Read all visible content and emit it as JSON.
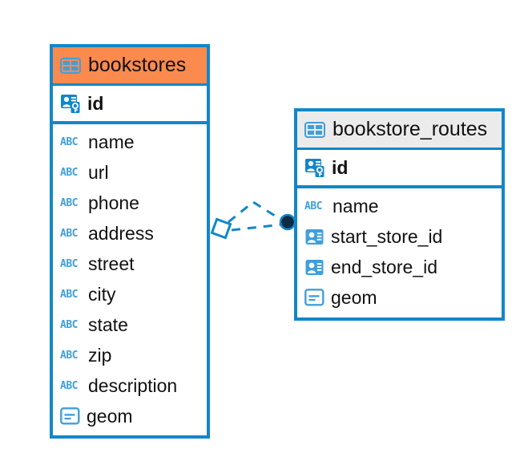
{
  "diagram": {
    "type": "entity-relationship-diagram",
    "background": "#ffffff",
    "accent_color": "#1287c8",
    "highlight_color": "#fb8a4e",
    "neutral_header_color": "#ebebeb",
    "icon_blue": "#3f9fdc"
  },
  "entities": [
    {
      "id": "bookstores",
      "title": "bookstores",
      "header_icon": "table-icon",
      "header_style": "accent",
      "primary_key": {
        "name": "id",
        "icon": "primary-key-icon"
      },
      "fields": [
        {
          "name": "name",
          "icon": "abc-icon",
          "type_label": "ABC"
        },
        {
          "name": "url",
          "icon": "abc-icon",
          "type_label": "ABC"
        },
        {
          "name": "phone",
          "icon": "abc-icon",
          "type_label": "ABC"
        },
        {
          "name": "address",
          "icon": "abc-icon",
          "type_label": "ABC"
        },
        {
          "name": "street",
          "icon": "abc-icon",
          "type_label": "ABC"
        },
        {
          "name": "city",
          "icon": "abc-icon",
          "type_label": "ABC"
        },
        {
          "name": "state",
          "icon": "abc-icon",
          "type_label": "ABC"
        },
        {
          "name": "zip",
          "icon": "abc-icon",
          "type_label": "ABC"
        },
        {
          "name": "description",
          "icon": "abc-icon",
          "type_label": "ABC"
        },
        {
          "name": "geom",
          "icon": "geometry-icon",
          "type_label": ""
        }
      ]
    },
    {
      "id": "bookstore_routes",
      "title": "bookstore_routes",
      "header_icon": "table-icon",
      "header_style": "neutral",
      "primary_key": {
        "name": "id",
        "icon": "primary-key-icon"
      },
      "fields": [
        {
          "name": "name",
          "icon": "abc-icon",
          "type_label": "ABC"
        },
        {
          "name": "start_store_id",
          "icon": "foreign-key-icon",
          "type_label": ""
        },
        {
          "name": "end_store_id",
          "icon": "foreign-key-icon",
          "type_label": ""
        },
        {
          "name": "geom",
          "icon": "geometry-icon",
          "type_label": ""
        }
      ]
    }
  ],
  "relationship": {
    "from": "bookstores",
    "to": "bookstore_routes",
    "line_style": "dashed",
    "line_color": "#1287c8",
    "source_marker": "diamond-marker",
    "target_marker": "filled-circle-marker"
  }
}
